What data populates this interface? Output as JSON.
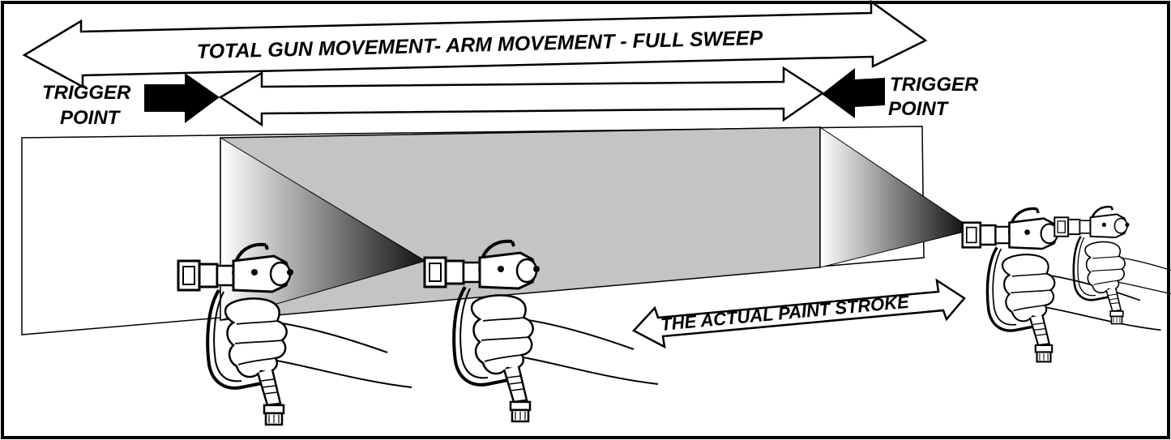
{
  "labels": {
    "total_movement": "TOTAL GUN MOVEMENT- ARM MOVEMENT - FULL SWEEP",
    "trigger_left_line1": "TRIGGER",
    "trigger_left_line2": "POINT",
    "trigger_right_line1": "TRIGGER",
    "trigger_right_line2": "POINT",
    "actual_stroke": "THE ACTUAL PAINT STROKE"
  },
  "colors": {
    "border": "#000000",
    "painted_area": "#c4c4c4",
    "wall": "#ffffff",
    "arrow_fill": "#ffffff",
    "trigger_arrow": "#000000",
    "spray_dark": "#141414"
  },
  "figures": {
    "spray_gun_icon": "spray-gun-with-hand",
    "count": 4
  }
}
